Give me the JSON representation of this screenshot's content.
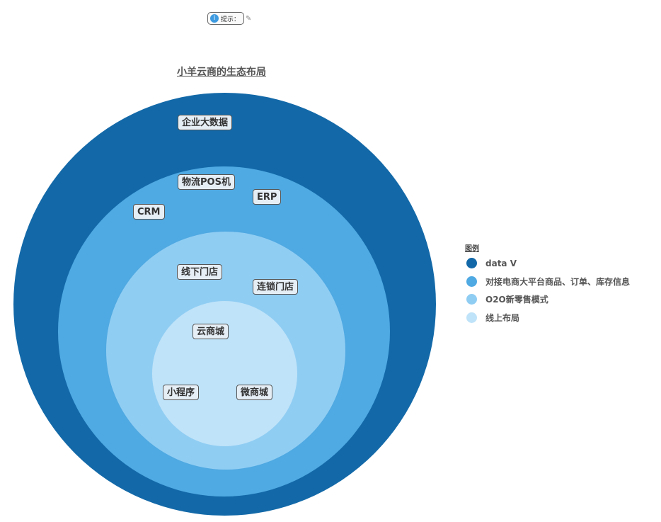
{
  "hint": {
    "label": "提示：",
    "icon": "info-icon"
  },
  "title": "小羊云商的生态布局",
  "rings": [
    {
      "name": "data V",
      "color": "#1369a8",
      "labels": [
        "企业大数据"
      ]
    },
    {
      "name": "对接电商大平台商品、订单、库存信息",
      "color": "#4fa9e2",
      "labels": [
        "物流POS机",
        "ERP",
        "CRM"
      ]
    },
    {
      "name": "O2O新零售模式",
      "color": "#90cdf3",
      "labels": [
        "线下门店",
        "连锁门店"
      ]
    },
    {
      "name": "线上布局",
      "color": "#bfe3f9",
      "labels": [
        "云商城",
        "小程序",
        "微商城"
      ]
    }
  ],
  "legend": {
    "title": "图例",
    "items": [
      "data V",
      "对接电商大平台商品、订单、库存信息",
      "O2O新零售模式",
      "线上布局"
    ]
  }
}
